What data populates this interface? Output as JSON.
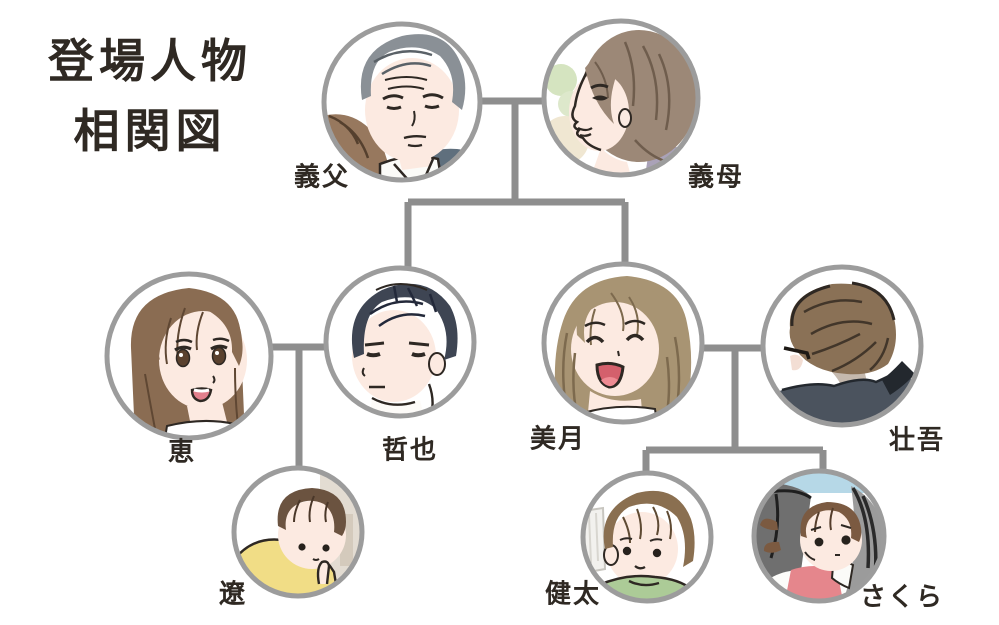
{
  "title": {
    "line1": "登場人物",
    "line2": "相関図"
  },
  "diagram": {
    "background": "#ffffff",
    "line_color": "#8e8e8e",
    "circle_border_color": "#9c9c9c",
    "text_color": "#2f2923",
    "characters": [
      {
        "id": "gifu",
        "label": "義父"
      },
      {
        "id": "gibo",
        "label": "義母"
      },
      {
        "id": "megumi",
        "label": "恵"
      },
      {
        "id": "tetsuya",
        "label": "哲也"
      },
      {
        "id": "mizuki",
        "label": "美月"
      },
      {
        "id": "sogo",
        "label": "壮吾"
      },
      {
        "id": "ryo",
        "label": "遼"
      },
      {
        "id": "kenta",
        "label": "健太"
      },
      {
        "id": "sakura",
        "label": "さくら"
      }
    ],
    "relationships": [
      {
        "type": "couple",
        "members": [
          "義父",
          "義母"
        ]
      },
      {
        "type": "parent-child",
        "parents": [
          "義父",
          "義母"
        ],
        "children": [
          "哲也",
          "美月"
        ]
      },
      {
        "type": "couple",
        "members": [
          "恵",
          "哲也"
        ]
      },
      {
        "type": "parent-child",
        "parents": [
          "恵",
          "哲也"
        ],
        "children": [
          "遼"
        ]
      },
      {
        "type": "couple",
        "members": [
          "美月",
          "壮吾"
        ]
      },
      {
        "type": "parent-child",
        "parents": [
          "美月",
          "壮吾"
        ],
        "children": [
          "健太",
          "さくら"
        ]
      }
    ]
  }
}
